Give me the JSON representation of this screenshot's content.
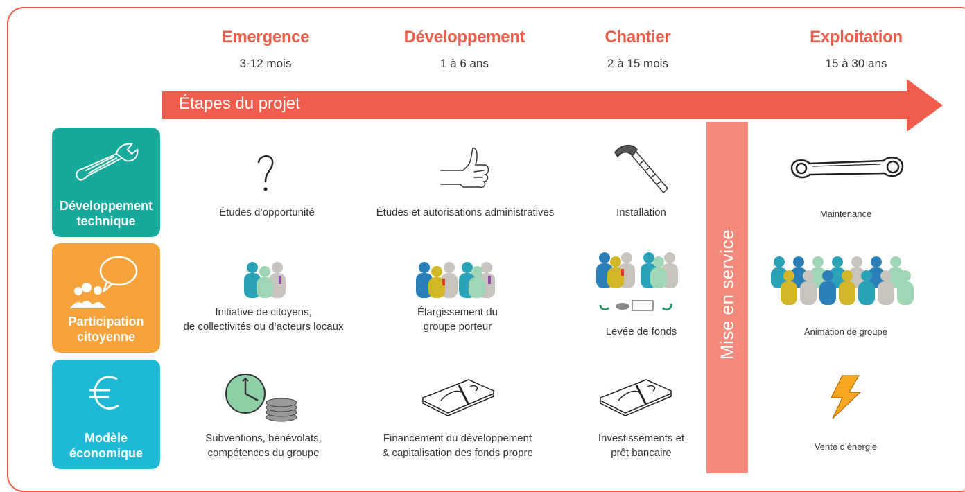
{
  "phases": [
    {
      "name": "Emergence",
      "duration": "3-12 mois"
    },
    {
      "name": "Développement",
      "duration": "1 à 6 ans"
    },
    {
      "name": "Chantier",
      "duration": "2 à 15 mois"
    },
    {
      "name": "Exploitation",
      "duration": "15 à 30 ans"
    }
  ],
  "arrow_label": "Étapes du projet",
  "service_label": "Mise en service",
  "categories": [
    {
      "line1": "Développement",
      "line2": "technique",
      "color": "#17a99b",
      "icon": "wrench-icon"
    },
    {
      "line1": "Participation",
      "line2": "citoyenne",
      "color": "#f5a33a",
      "icon": "speech-people-icon"
    },
    {
      "line1": "Modèle",
      "line2": "économique",
      "color": "#1fb9d6",
      "icon": "euro-icon"
    }
  ],
  "rows": {
    "technique": [
      {
        "line1": "Études d’opportunité",
        "icon": "question-mark-icon"
      },
      {
        "line1": "Études et autorisations administratives",
        "icon": "thumbs-up-icon"
      },
      {
        "line1": "Installation",
        "icon": "hammer-icon"
      },
      {
        "line1": "Maintenance",
        "icon": "spanner-icon"
      }
    ],
    "citoyenne": [
      {
        "line1": "Initiative de citoyens,",
        "line2": "de collectivités ou d’acteurs locaux",
        "icon": "small-group-icon"
      },
      {
        "line1": "Élargissement du",
        "line2": "groupe porteur",
        "icon": "medium-group-icon"
      },
      {
        "line1": "Levée de fonds",
        "icon": "fundraising-icon"
      },
      {
        "line1": "Animation de groupe",
        "icon": "large-group-icon"
      }
    ],
    "economique": [
      {
        "line1": "Subventions, bénévolats,",
        "line2": "compétences du groupe",
        "icon": "clock-coins-icon"
      },
      {
        "line1": "Financement du développement",
        "line2": "& capitalisation des fonds propre",
        "icon": "banknotes-icon"
      },
      {
        "line1": "Investissements et",
        "line2": "prêt bancaire",
        "icon": "banknotes-icon"
      },
      {
        "line1": "Vente d’énergie",
        "icon": "lightning-icon"
      }
    ]
  },
  "colors": {
    "accent": "#e8604c",
    "service": "#f38a7c"
  }
}
